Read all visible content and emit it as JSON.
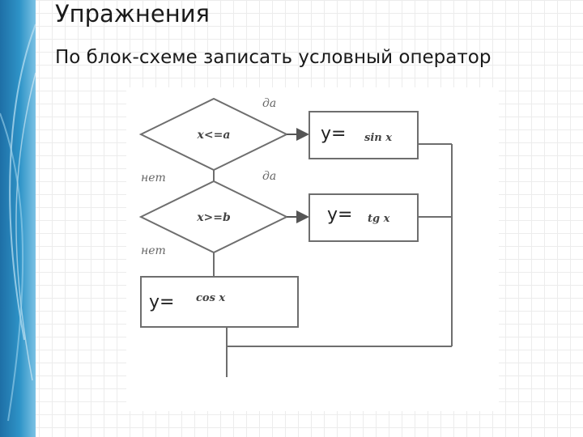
{
  "slide": {
    "title": "Упражнения",
    "subtitle": "По блок-схеме записать условный оператор"
  },
  "flowchart": {
    "condition1": "x<=a",
    "condition2": "x>=b",
    "yes_label": "да",
    "no_label": "нет",
    "assign_prefix": "y=",
    "action1_expr": "sin x",
    "action2_expr": "tg x",
    "action3_expr": "cos x"
  },
  "colors": {
    "band": "#2e93c7",
    "lines": "#6e6e6e"
  }
}
